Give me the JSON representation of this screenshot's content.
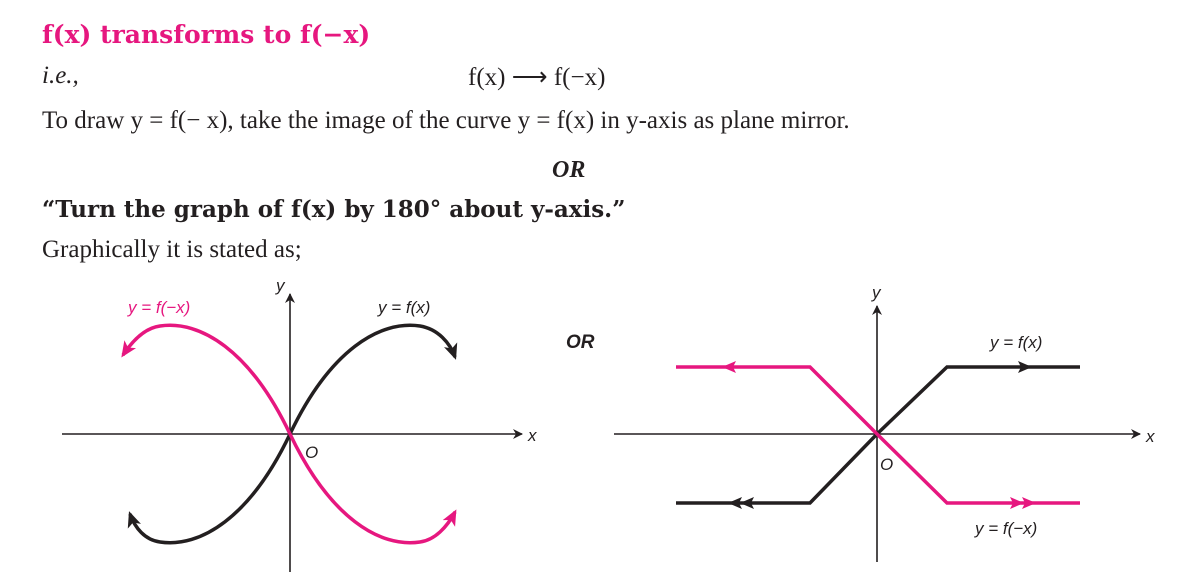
{
  "heading": "f(x) transforms to f(−x)",
  "ie_label": "i.e.,",
  "ie_expression": "f(x) ⟶ f(−x)",
  "sentence": "To draw y = f(− x), take the image of the curve y = f(x) in y-axis as plane mirror.",
  "or_text": "OR",
  "quote": "“Turn the graph of f(x) by 180° about y-axis.”",
  "graphically": "Graphically it is stated as;",
  "left_graph": {
    "y_axis": "y",
    "x_axis": "x",
    "origin": "O",
    "black_curve_label": "y = f(x)",
    "pink_curve_label": "y = f(−x)"
  },
  "between_graphs_or": "OR",
  "right_graph": {
    "y_axis": "y",
    "x_axis": "x",
    "origin": "O",
    "black_curve_label": "y = f(x)",
    "pink_curve_label": "y = f(−x)"
  },
  "colors": {
    "accent": "#e6177f",
    "ink": "#231f20"
  }
}
